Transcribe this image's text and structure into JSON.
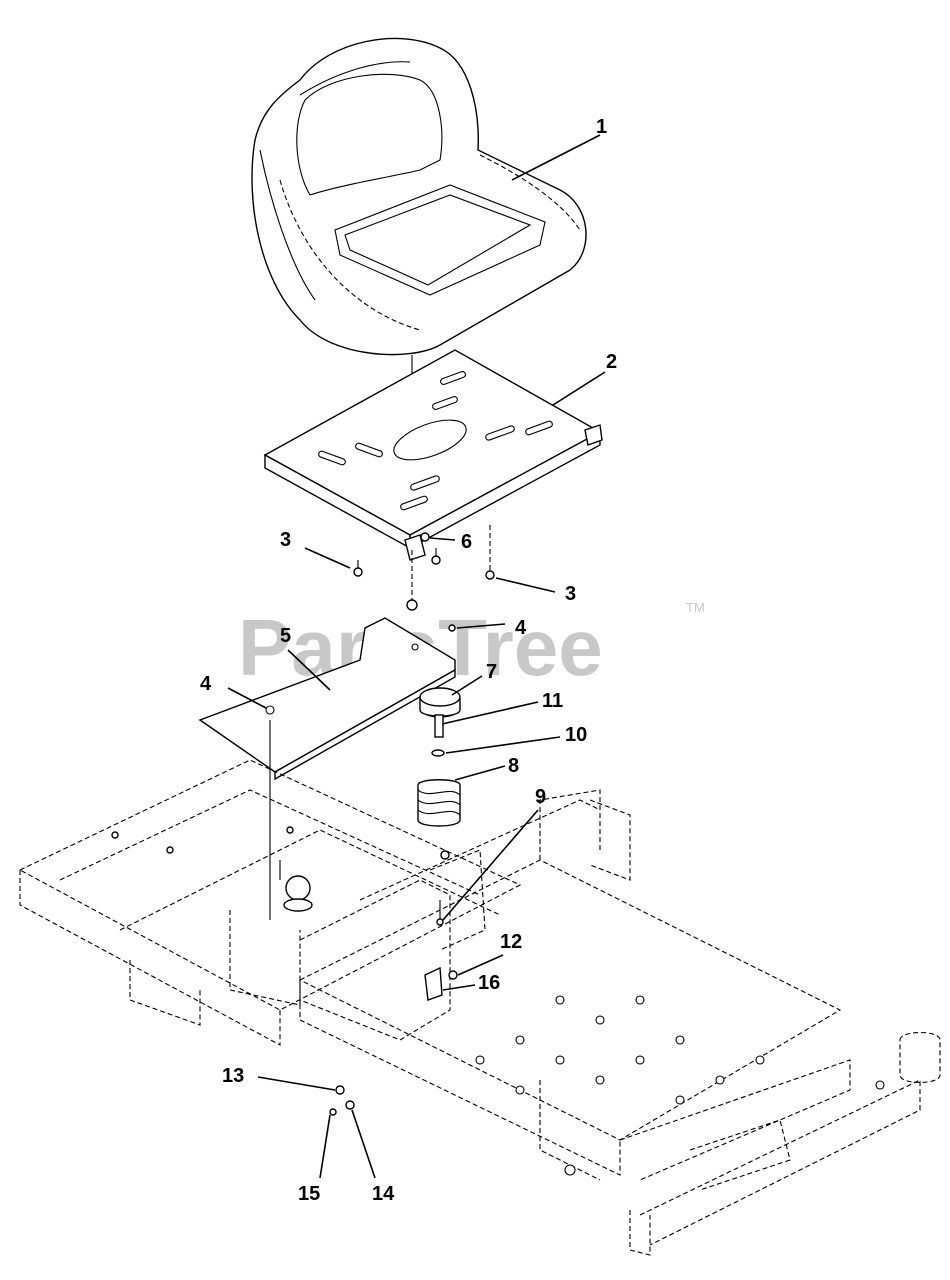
{
  "watermark": {
    "text": "PartsTree",
    "trademark": "TM"
  },
  "callouts": [
    {
      "id": "c1",
      "label": "1"
    },
    {
      "id": "c2",
      "label": "2"
    },
    {
      "id": "c3a",
      "label": "3"
    },
    {
      "id": "c3b",
      "label": "3"
    },
    {
      "id": "c4a",
      "label": "4"
    },
    {
      "id": "c4b",
      "label": "4"
    },
    {
      "id": "c5",
      "label": "5"
    },
    {
      "id": "c6",
      "label": "6"
    },
    {
      "id": "c7",
      "label": "7"
    },
    {
      "id": "c8",
      "label": "8"
    },
    {
      "id": "c9",
      "label": "9"
    },
    {
      "id": "c10",
      "label": "10"
    },
    {
      "id": "c11",
      "label": "11"
    },
    {
      "id": "c12",
      "label": "12"
    },
    {
      "id": "c13",
      "label": "13"
    },
    {
      "id": "c14",
      "label": "14"
    },
    {
      "id": "c15",
      "label": "15"
    },
    {
      "id": "c16",
      "label": "16"
    }
  ]
}
